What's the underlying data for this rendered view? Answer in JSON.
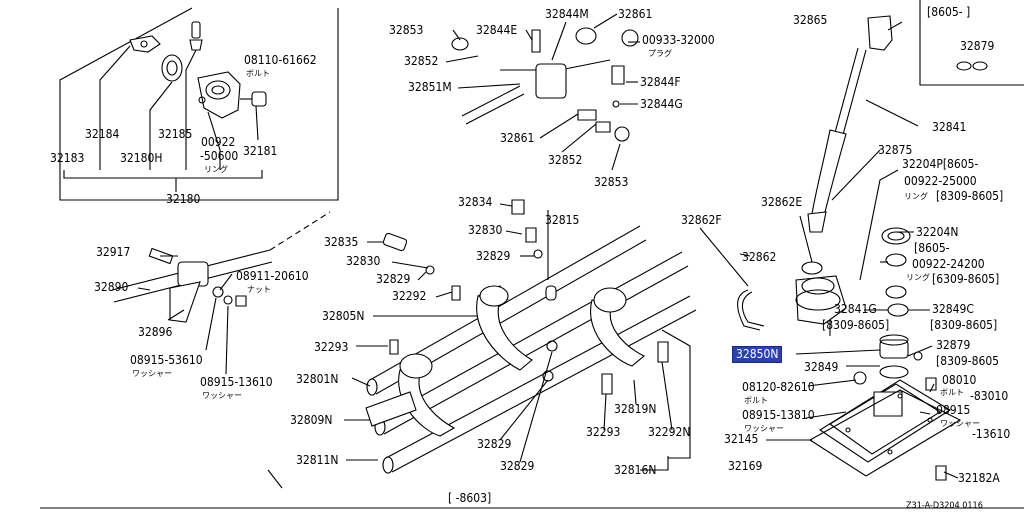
{
  "diagram": {
    "footer_range": "[      -8603]",
    "diagram_code": "Z31-A-D3204  0116",
    "labels": {
      "p32183": "32183",
      "p32184": "32184",
      "p32180H": "32180H",
      "p32185": "32185",
      "p00922_50600": "00922",
      "p50600": "-50600",
      "ring1": "リング",
      "p32181": "32181",
      "p32180": "32180",
      "p08110": "08110-61662",
      "bolt1": "ボルト",
      "p32853a": "32853",
      "p32852a": "32852",
      "p32851M": "32851M",
      "p32844E": "32844E",
      "p32844M": "32844M",
      "p32861a": "32861",
      "p00933": "00933-32000",
      "plug": "プラグ",
      "p32844F": "32844F",
      "p32844G": "32844G",
      "p32861b": "32861",
      "p32852b": "32852",
      "p32853b": "32853",
      "p32834": "32834",
      "p32815": "32815",
      "p32862F": "32862F",
      "p32835": "32835",
      "p32830a": "32830",
      "p32830b": "32830",
      "p32829a": "32829",
      "p32829b": "32829",
      "p32292a": "32292",
      "p32805N": "32805N",
      "p32293a": "32293",
      "p32801N": "32801N",
      "p32809N": "32809N",
      "p32811N": "32811N",
      "p32829c": "32829",
      "p32829d": "32829",
      "p32293b": "32293",
      "p32819N": "32819N",
      "p32292N": "32292N",
      "p32816N": "32816N",
      "p32917": "32917",
      "p32890": "32890",
      "p32896": "32896",
      "p08911": "08911-20610",
      "nut": "ナット",
      "p08915_53610": "08915-53610",
      "washer1": "ワッシャー",
      "p08915_13610": "08915-13610",
      "washer2": "ワッシャー",
      "p32865": "32865",
      "p8605box": "[8605-    ]",
      "p32879a": "32879",
      "p32841": "32841",
      "p32875": "32875",
      "p32204P": "32204P[8605-",
      "p00922_25000": "00922-25000",
      "ring2": "リング",
      "p8309_8605a": "[8309-8605]",
      "p32862E": "32862E",
      "p32204N": "32204N",
      "p8605b": "[8605-",
      "p00922_24200": "00922-24200",
      "ring3": "リング",
      "p6309_8605": "[6309-8605]",
      "p32862": "32862",
      "p32841G": "32841G",
      "p32849C": "32849C",
      "p8309_8605b": "[8309-8605]",
      "p8309_8605c": "[8309-8605]",
      "p32850N": "32850N",
      "p32849": "32849",
      "p32879b": "32879",
      "p8309_8605d": "[8309-8605",
      "p08120": "08120-82610",
      "bolt2": "ボルト",
      "p08010": "08010",
      "bolt3": "ボルト",
      "p83010": "-83010",
      "p08915_13810": "08915-13810",
      "washer3": "ワッシャー",
      "p08915b": "08915",
      "washer4": "ワッシャー",
      "p13610": "-13610",
      "p32145": "32145",
      "p32169": "32169",
      "p32182A": "32182A"
    }
  }
}
